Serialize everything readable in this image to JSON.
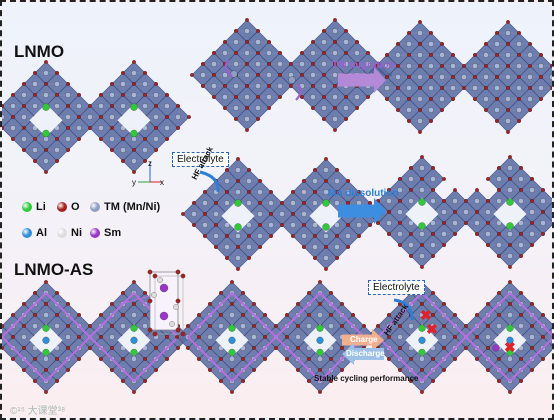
{
  "title_lnmo": "LNMO",
  "title_lnmoas": "LNMO-AS",
  "legend": [
    {
      "label": "Li",
      "color": "#2fc93a"
    },
    {
      "label": "O",
      "color": "#a52020"
    },
    {
      "label": "TM (Mn/Ni)",
      "color": "#8f9fc4"
    },
    {
      "label": "Al",
      "color": "#2f8fd8"
    },
    {
      "label": "Ni",
      "color": "#dddddd"
    },
    {
      "label": "Sm",
      "color": "#9b35c9"
    }
  ],
  "labels": {
    "tm_migration": "TM migration",
    "mn_dissolution": "Mn dissolution",
    "electrolyte": "Electrolyte",
    "hf_attack": "HF attack",
    "charge": "Charge",
    "discharge": "Discharge",
    "stable_cycling": "Stable cycling performance",
    "axis_z": "z",
    "axis_y": "y",
    "axis_x": "x",
    "watermark": "©¹⁵ 大课堂³⁸"
  },
  "colors": {
    "octahedron_fill": "#5b6ea3",
    "octahedron_edge": "#3f4f82",
    "sm_outline": "#b46fe0",
    "arrow_purple": "#b48ad8",
    "arrow_blue": "#3d8ee0",
    "arrow_charge": "#f0b090",
    "arrow_discharge": "#9cc0e6",
    "x_mark": "#e0202a"
  }
}
